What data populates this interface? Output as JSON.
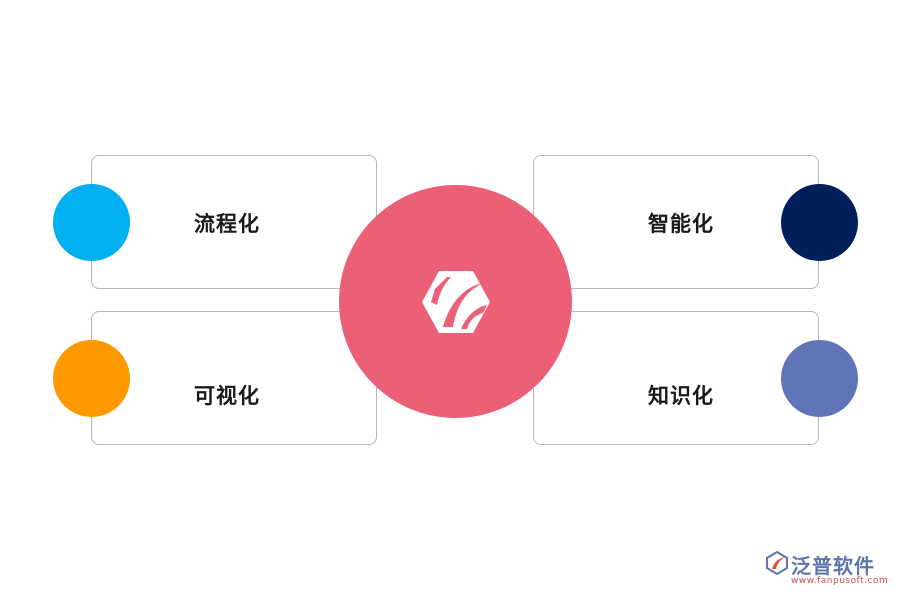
{
  "diagram": {
    "items": [
      {
        "label": "流程化",
        "color": "#00b0f0"
      },
      {
        "label": "可视化",
        "color": "#ff9900"
      },
      {
        "label": "智能化",
        "color": "#001f5b"
      },
      {
        "label": "知识化",
        "color": "#5f75b8"
      }
    ],
    "hub": {
      "color": "#ec6077",
      "icon": "hexagon-leaf-logo-icon"
    }
  },
  "brand": {
    "name": "泛普软件",
    "url": "www.fanpusoft.com",
    "icon": "brand-leaf-icon"
  }
}
